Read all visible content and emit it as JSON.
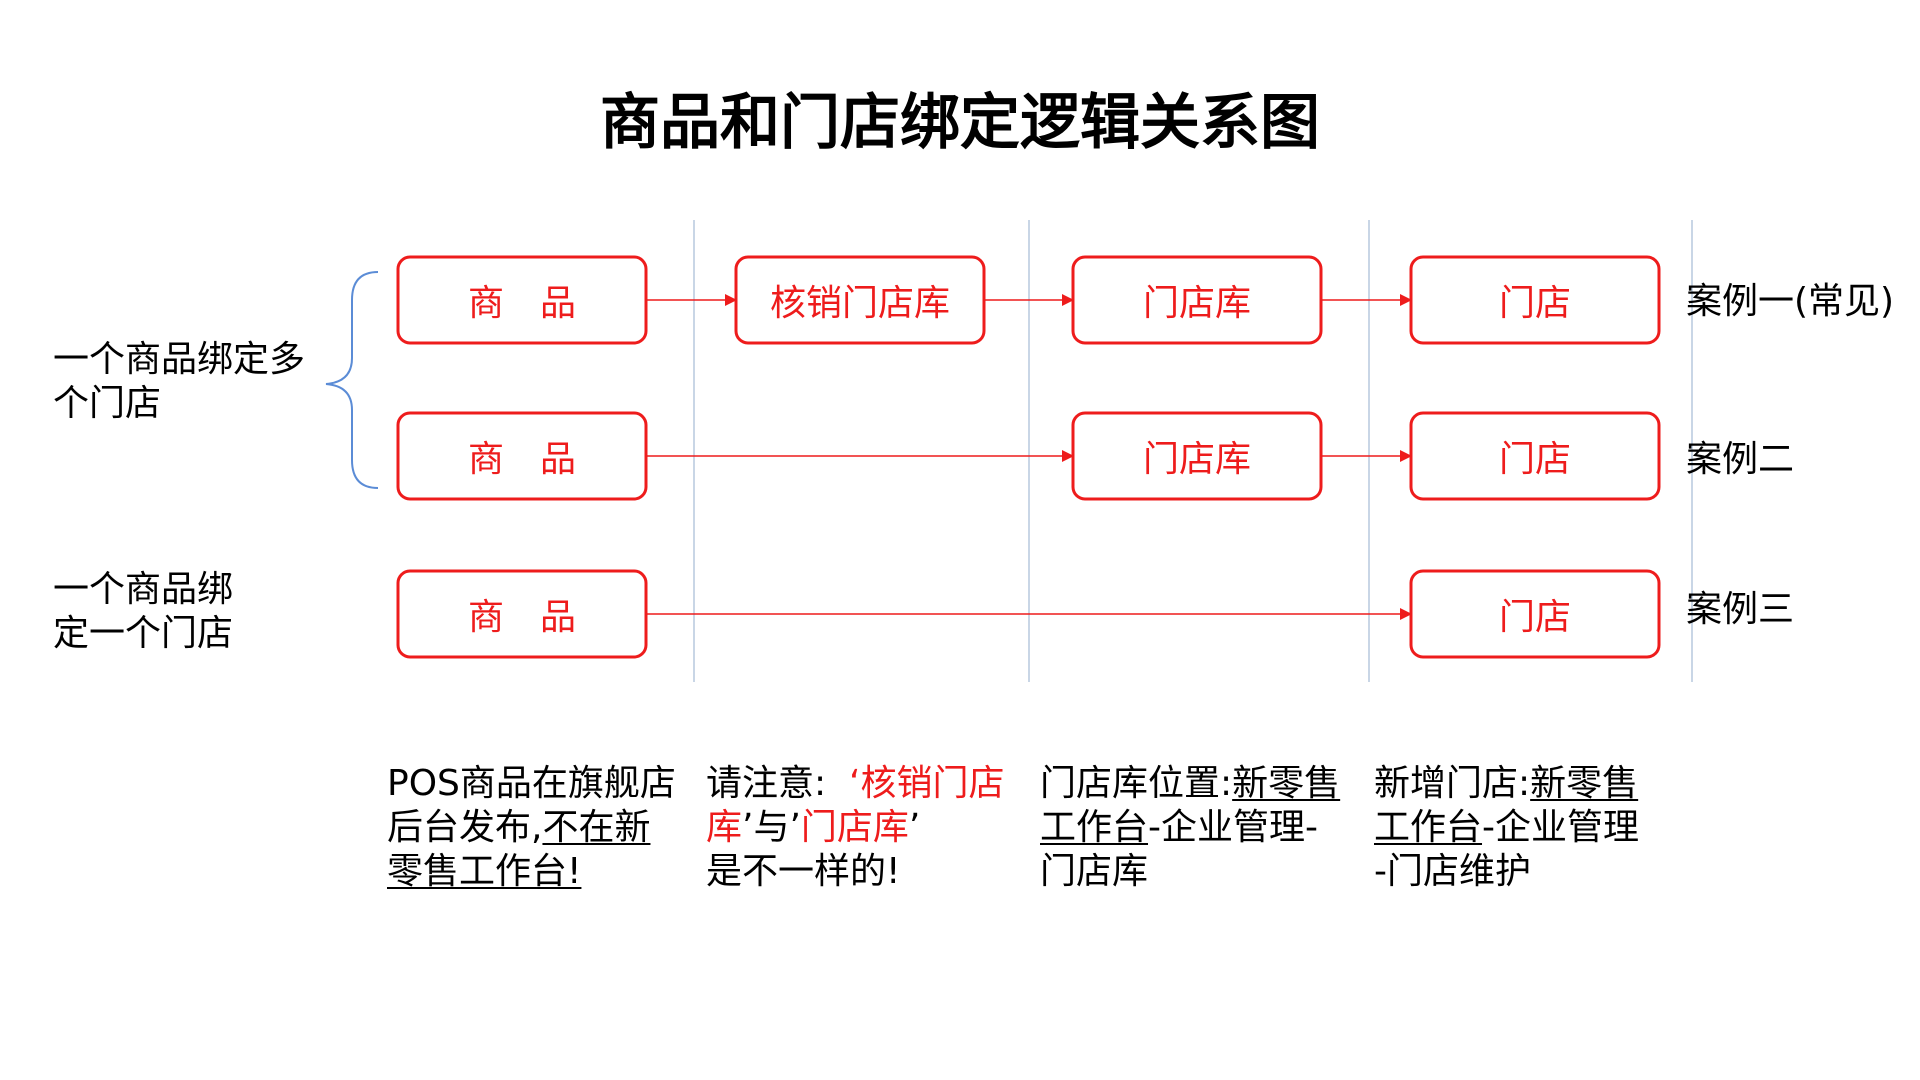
{
  "title": "商品和门店绑定逻辑关系图",
  "colors": {
    "accent": "#ee1c1c",
    "bracket": "#5b8cd6",
    "divider": "#b7c8de"
  },
  "group_labels": {
    "multi": [
      "一个商品绑定多",
      "个门店"
    ],
    "single": [
      "一个商品绑",
      "定一个门店"
    ]
  },
  "rows": [
    {
      "case_label": "案例一(常见)",
      "nodes": [
        "商　品",
        "核销门店库",
        "门店库",
        "门店"
      ]
    },
    {
      "case_label": "案例二",
      "nodes": [
        "商　品",
        "门店库",
        "门店"
      ]
    },
    {
      "case_label": "案例三",
      "nodes": [
        "商　品",
        "门店"
      ]
    }
  ],
  "notes": {
    "product": {
      "l1": "POS商品在旗舰店",
      "l2a": "后台发布,",
      "l2b": "不在新",
      "l3": "零售工作台!"
    },
    "attention": {
      "a": "请注意:",
      "b": "‘核销门店",
      "c": "库",
      "d": "’与’",
      "e": "门店库",
      "f": "’",
      "g": "是不一样的!"
    },
    "store_lib": {
      "a": "门店库位置:",
      "b": "新零售",
      "c": "工作台",
      "d": "-企业管理-",
      "e": "门店库"
    },
    "store": {
      "a": "新增门店:",
      "b": "新零售",
      "c": "工作台",
      "d": "-企业管理",
      "e": "-门店维护"
    }
  }
}
